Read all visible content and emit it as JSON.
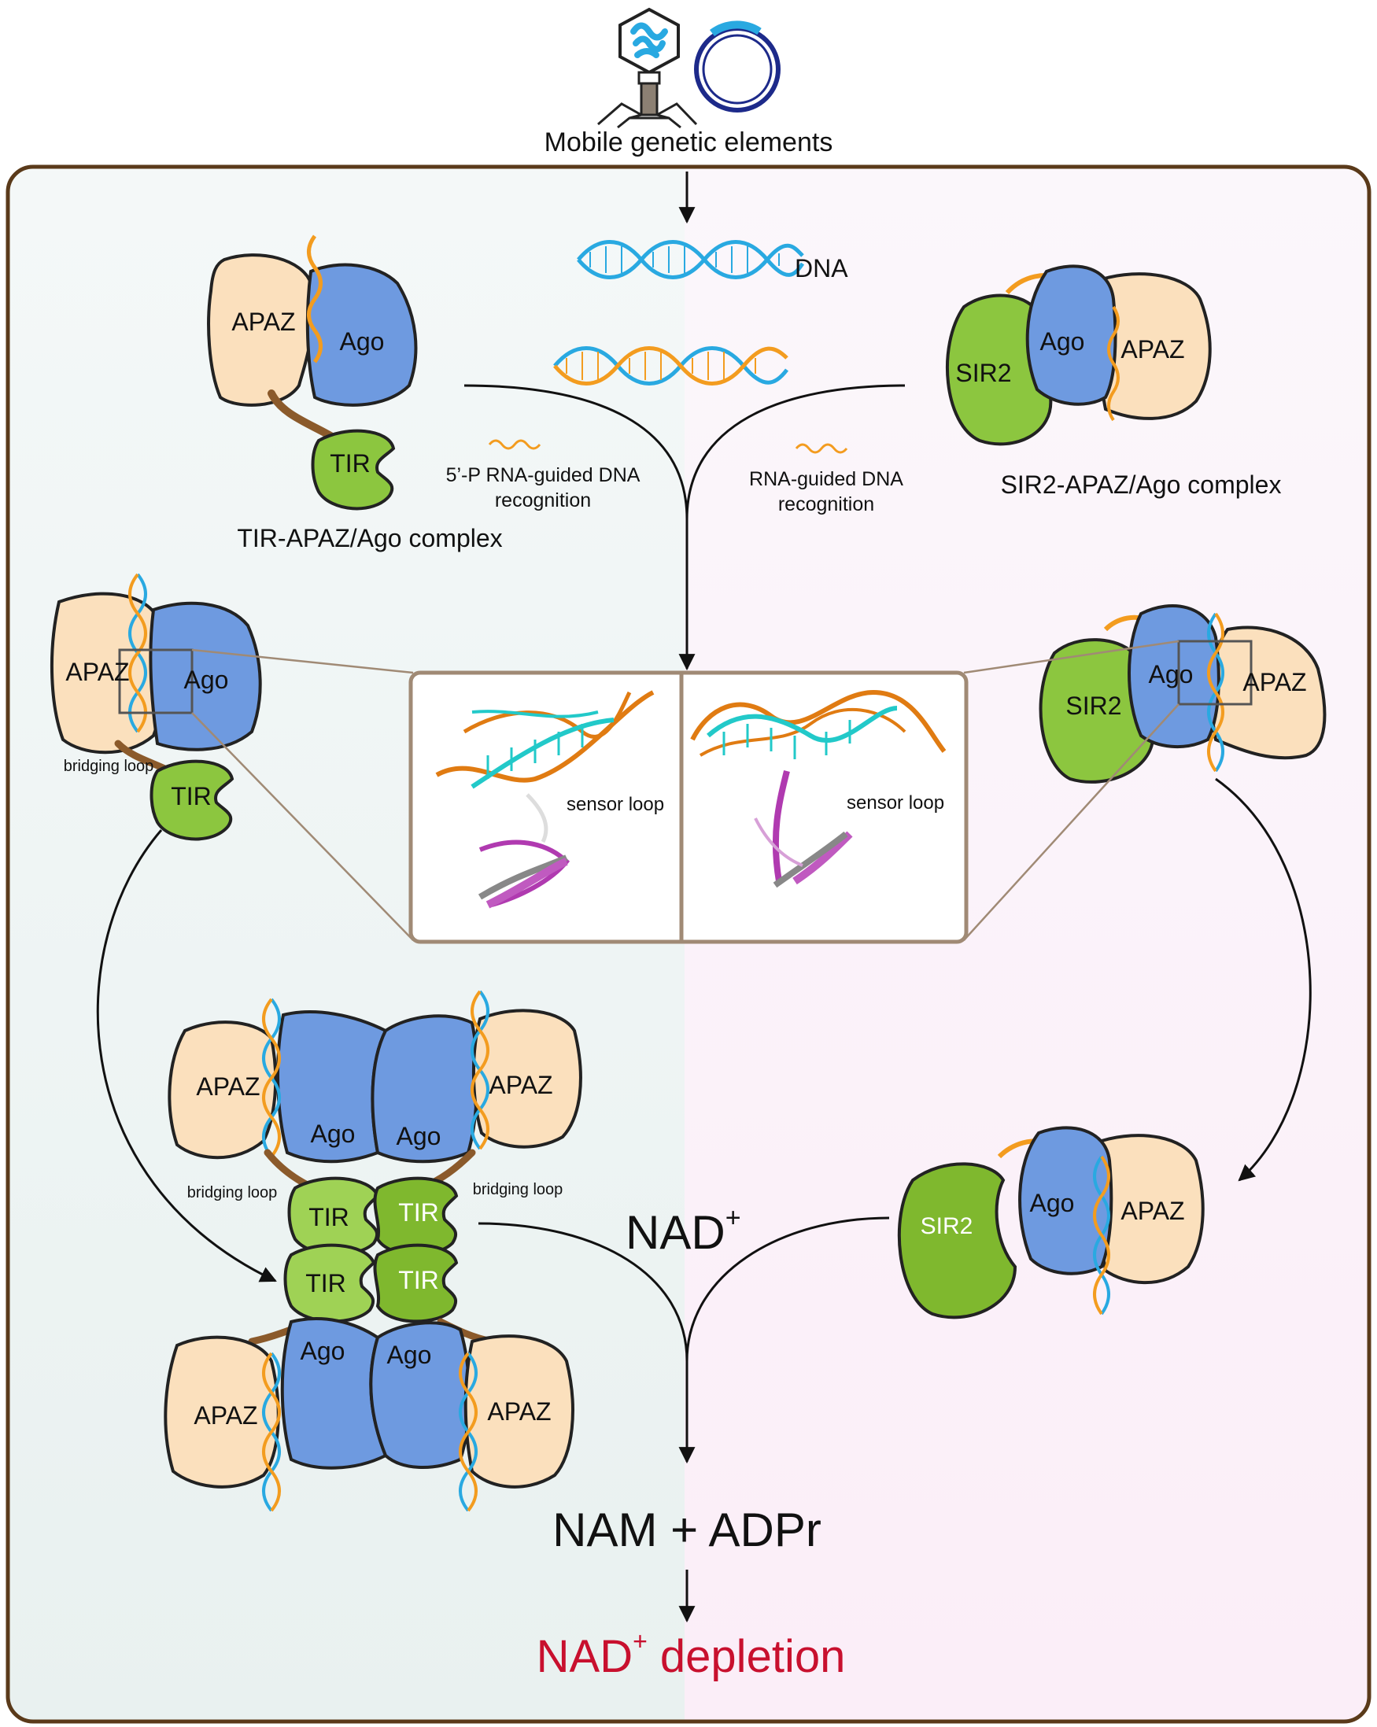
{
  "header": {
    "label": "Mobile genetic elements"
  },
  "dna": {
    "label": "DNA"
  },
  "recognition": {
    "left": [
      "5’-P RNA-guided DNA",
      "recognition"
    ],
    "right": [
      "RNA-guided DNA",
      "recognition"
    ]
  },
  "complexes": {
    "tir": "TIR-APAZ/Ago complex",
    "sir2": "SIR2-APAZ/Ago complex"
  },
  "domains": {
    "apaz": "APAZ",
    "ago": "Ago",
    "tir": "TIR",
    "sir2": "SIR2"
  },
  "annotations": {
    "bridging_loop": "bridging loop",
    "sensor_loop": "sensor loop"
  },
  "reaction": {
    "substrate": "NAD",
    "substrate_sup": "+",
    "products": "NAM + ADPr",
    "outcome_prefix": "NAD",
    "outcome_sup": "+",
    "outcome_suffix": " depletion"
  },
  "colors": {
    "apaz": "#fbe0bd",
    "ago": "#6e9ae0",
    "tir": "#8cc63f",
    "sir2": "#8cc63f",
    "loop": "#8b5a2b",
    "dna_blue": "#29a9e1",
    "rna_orange": "#f39c1f",
    "cell_border": "#5a3a1a",
    "outcome": "#c8102e"
  }
}
